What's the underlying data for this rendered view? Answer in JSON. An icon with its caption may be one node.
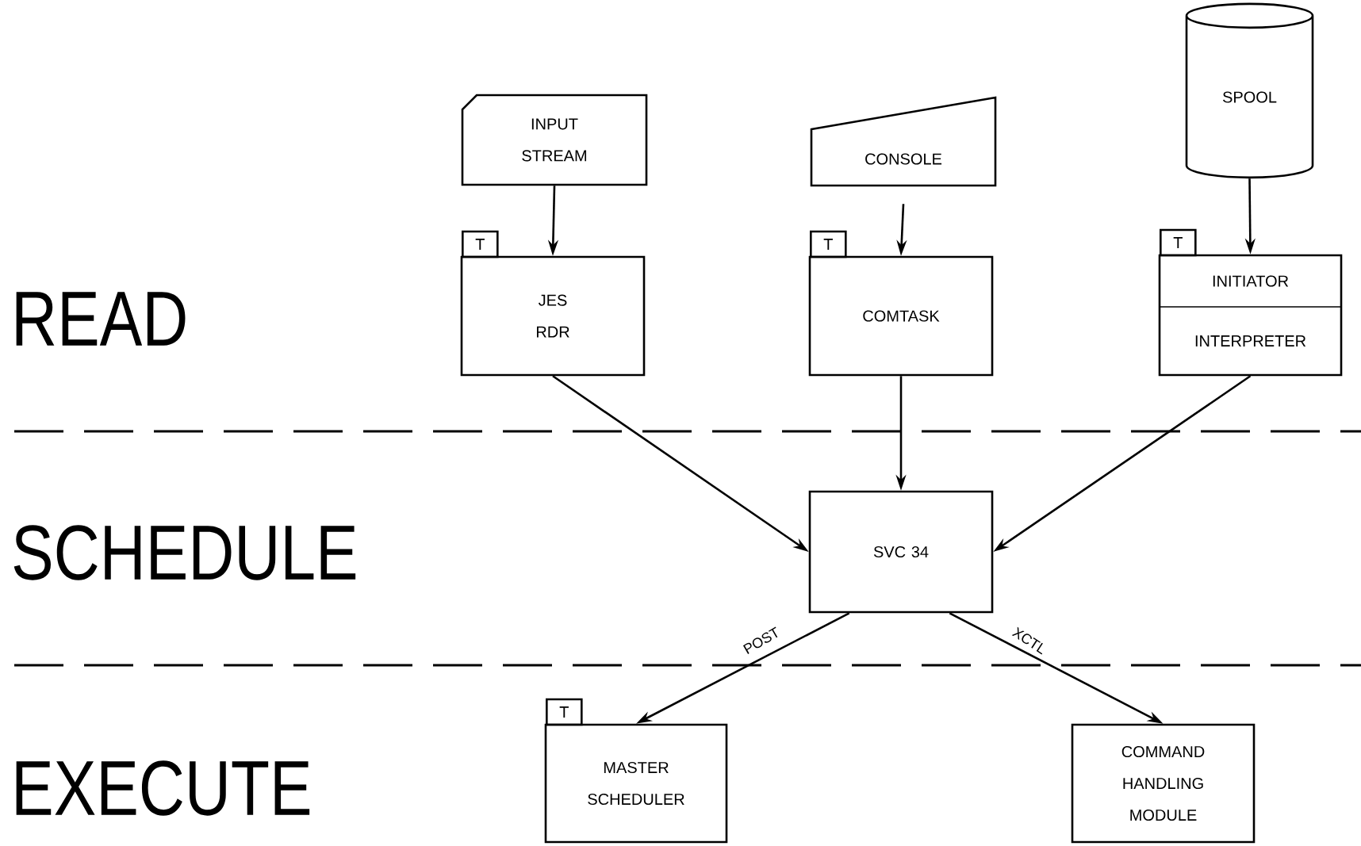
{
  "diagram": {
    "nodes": [
      {
        "text": [
          "INPUT STREAM"
        ]
      },
      {
        "text": [
          "CONSOLE"
        ]
      },
      {
        "text": [
          "SPOOL"
        ]
      },
      {
        "text": [
          "JES RDR"
        ],
        "beside": [
          "T"
        ]
      },
      {
        "text": [
          "COMTASK"
        ],
        "beside": [
          "T"
        ]
      },
      {
        "text": [
          "INITIATOR",
          "INTERPRETER"
        ],
        "beside": [
          "T"
        ]
      },
      {
        "text": [
          "SVC 34"
        ]
      },
      {
        "text": [
          "MASTER SCHEDULER"
        ],
        "beside": [
          "T"
        ]
      },
      {
        "text": [
          "COMMAND HANDLING MODULE"
        ]
      }
    ],
    "edges": [
      {
        "from": 0,
        "to": 3,
        "arrow": "to"
      },
      {
        "from": 1,
        "to": 4,
        "arrow": "to"
      },
      {
        "from": 2,
        "to": 5,
        "arrow": "to"
      },
      {
        "from": 3,
        "to": 6,
        "arrow": "to"
      },
      {
        "from": 4,
        "to": 6,
        "arrow": "to"
      },
      {
        "from": 5,
        "to": 6,
        "arrow": "to"
      },
      {
        "from": 6,
        "to": 7,
        "label": "POST",
        "arrow": "to"
      },
      {
        "from": 6,
        "to": 8,
        "label": "XCTL",
        "arrow": "to"
      }
    ],
    "labels": [
      "READ",
      "SCHEDULE",
      "EXECUTE"
    ]
  }
}
